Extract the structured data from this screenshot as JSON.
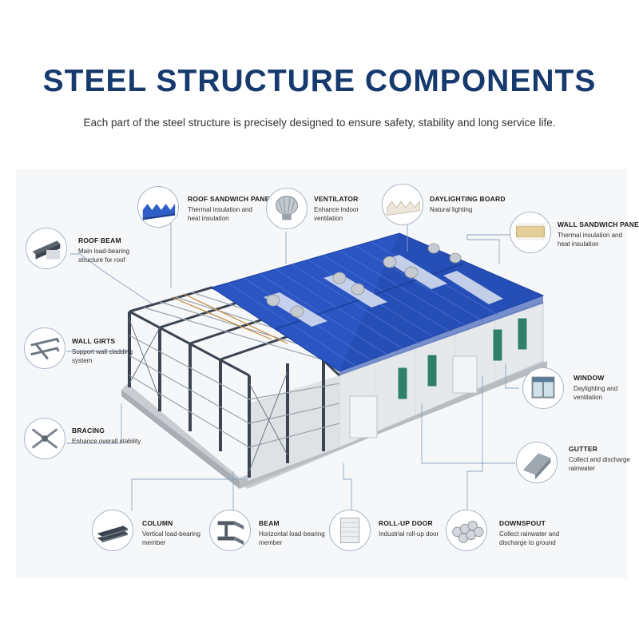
{
  "header": {
    "title": "STEEL STRUCTURE COMPONENTS",
    "subtitle": "Each part of the steel structure is precisely designed to ensure safety, stability and long service life."
  },
  "colors": {
    "title": "#163a6e",
    "roof": "#2a55c2",
    "steel_frame": "#3b4450",
    "wall": "#e4e7ea",
    "window": "#2f7f6b",
    "leader_line": "#8aa3c0"
  },
  "components": {
    "roof_sandwich_panel": {
      "title": "ROOF SANDWICH PANEL",
      "description": "Thermal insulation and heat insulation",
      "icon": "roof-panel-icon"
    },
    "ventilator": {
      "title": "VENTILATOR",
      "description": "Enhance indoor ventilation",
      "icon": "ventilator-icon"
    },
    "daylighting_board": {
      "title": "DAYLIGHTING BOARD",
      "description": "Natural lighting",
      "icon": "daylighting-board-icon"
    },
    "wall_sandwich_panel": {
      "title": "WALL SANDWICH PANEL",
      "description": "Thermal insulation and heat insulation",
      "icon": "wall-panel-icon"
    },
    "roof_beam": {
      "title": "ROOF BEAM",
      "description": "Main load-bearing structure for roof",
      "icon": "roof-beam-icon"
    },
    "wall_girts": {
      "title": "WALL GIRTS",
      "description": "Support wall cladding system",
      "icon": "wall-girts-icon"
    },
    "bracing": {
      "title": "BRACING",
      "description": "Enhance overall stability",
      "icon": "bracing-icon"
    },
    "window": {
      "title": "WINDOW",
      "description": "Daylighting and ventilation",
      "icon": "window-icon"
    },
    "gutter": {
      "title": "GUTTER",
      "description": "Collect and discharge rainwater",
      "icon": "gutter-icon"
    },
    "column": {
      "title": "COLUMN",
      "description": "Vertical load-bearing member",
      "icon": "column-icon"
    },
    "beam": {
      "title": "BEAM",
      "description": "Horizontal load-bearing member",
      "icon": "h-beam-icon"
    },
    "roll_up_door": {
      "title": "ROLL-UP DOOR",
      "description": "Industrial roll-up door",
      "icon": "roll-up-door-icon"
    },
    "downspout": {
      "title": "DOWNSPOUT",
      "description": "Collect rainwater and discharge to ground",
      "icon": "downspout-icon"
    }
  }
}
